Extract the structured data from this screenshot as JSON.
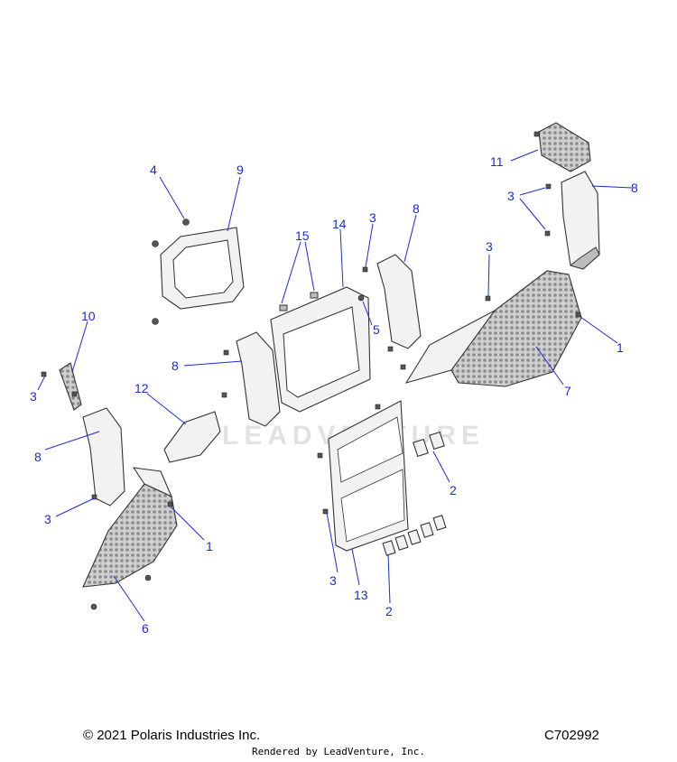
{
  "watermark": "LEADVENTURE",
  "callouts": [
    {
      "id": "c11",
      "label": "11"
    },
    {
      "id": "c8a",
      "label": "8"
    },
    {
      "id": "c3a",
      "label": "3"
    },
    {
      "id": "c4",
      "label": "4"
    },
    {
      "id": "c9",
      "label": "9"
    },
    {
      "id": "c15",
      "label": "15"
    },
    {
      "id": "c14",
      "label": "14"
    },
    {
      "id": "c3b",
      "label": "3"
    },
    {
      "id": "c8b",
      "label": "8"
    },
    {
      "id": "c3c",
      "label": "3"
    },
    {
      "id": "c5",
      "label": "5"
    },
    {
      "id": "c1a",
      "label": "1"
    },
    {
      "id": "c7",
      "label": "7"
    },
    {
      "id": "c10",
      "label": "10"
    },
    {
      "id": "c8c",
      "label": "8"
    },
    {
      "id": "c12",
      "label": "12"
    },
    {
      "id": "c3d",
      "label": "3"
    },
    {
      "id": "c8d",
      "label": "8"
    },
    {
      "id": "c3e",
      "label": "3"
    },
    {
      "id": "c1b",
      "label": "1"
    },
    {
      "id": "c6",
      "label": "6"
    },
    {
      "id": "c2a",
      "label": "2"
    },
    {
      "id": "c3f",
      "label": "3"
    },
    {
      "id": "c13",
      "label": "13"
    },
    {
      "id": "c2b",
      "label": "2"
    }
  ],
  "footer": {
    "copyright": "© 2021 Polaris Industries Inc.",
    "code": "C702992",
    "rendered_by": "Rendered by LeadVenture, Inc."
  }
}
